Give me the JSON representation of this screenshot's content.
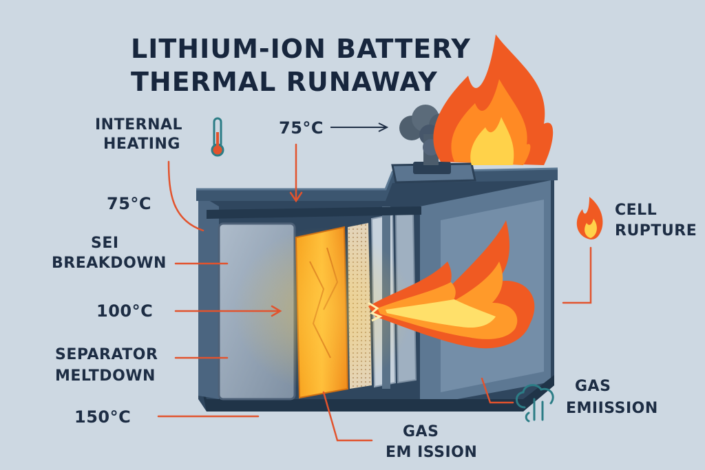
{
  "title": {
    "line1": "LITHIUM-ION BATTERY",
    "line2": "THERMAL RUNAWAY"
  },
  "labels": {
    "internal_heating": {
      "line1": "INTERNAL",
      "line2": "HEATING"
    },
    "temp_top": "75°C",
    "temp_75": "75°C",
    "sei_breakdown": {
      "line1": "SEI",
      "line2": "BREAKDOWN"
    },
    "temp_100": "100°C",
    "separator_meltdown": {
      "line1": "SEPARATOR",
      "line2": "MELTDOWN"
    },
    "temp_150": "150°C",
    "cell_rupture": {
      "line1": "CELL",
      "line2": "RUPTURE"
    },
    "gas_emission_right": {
      "line1": "GAS",
      "line2": "EMIISSION"
    },
    "gas_emission_bottom": {
      "line1": "GAS",
      "line2": "EM ISSION"
    }
  },
  "icons": [
    "thermometer-icon",
    "flame-icon",
    "gas-cloud-icon"
  ],
  "colors": {
    "background": "#cdd8e2",
    "text": "#1d2d44",
    "callout_line": "#e2532d",
    "casing": "#3c5670",
    "flame_outer": "#f05a22",
    "flame_inner": "#ffd24a",
    "icon_teal": "#2c7d86"
  }
}
